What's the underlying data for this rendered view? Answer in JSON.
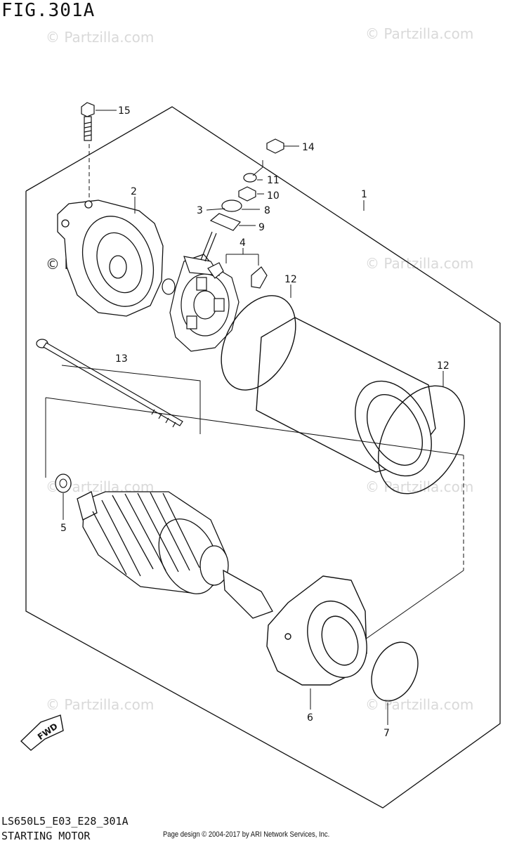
{
  "figure": {
    "title": "FIG.301A",
    "code": "LS650L5_E03_E28_301A",
    "name": "STARTING MOTOR",
    "credit": "Page design © 2004-2017 by ARI Network Services, Inc."
  },
  "watermark": "© Partzilla.com",
  "direction_badge": "FWD",
  "callouts": [
    {
      "id": "c15",
      "num": "15"
    },
    {
      "id": "c14",
      "num": "14"
    },
    {
      "id": "c11",
      "num": "11"
    },
    {
      "id": "c10",
      "num": "10"
    },
    {
      "id": "c3",
      "num": "3"
    },
    {
      "id": "c8",
      "num": "8"
    },
    {
      "id": "c9",
      "num": "9"
    },
    {
      "id": "c2",
      "num": "2"
    },
    {
      "id": "c1",
      "num": "1"
    },
    {
      "id": "c4",
      "num": "4"
    },
    {
      "id": "c12a",
      "num": "12"
    },
    {
      "id": "c12b",
      "num": "12"
    },
    {
      "id": "c13",
      "num": "13"
    },
    {
      "id": "c5",
      "num": "5"
    },
    {
      "id": "c6",
      "num": "6"
    },
    {
      "id": "c7",
      "num": "7"
    }
  ],
  "colors": {
    "ink": "#111111",
    "watermark": "#d9d9d9"
  }
}
